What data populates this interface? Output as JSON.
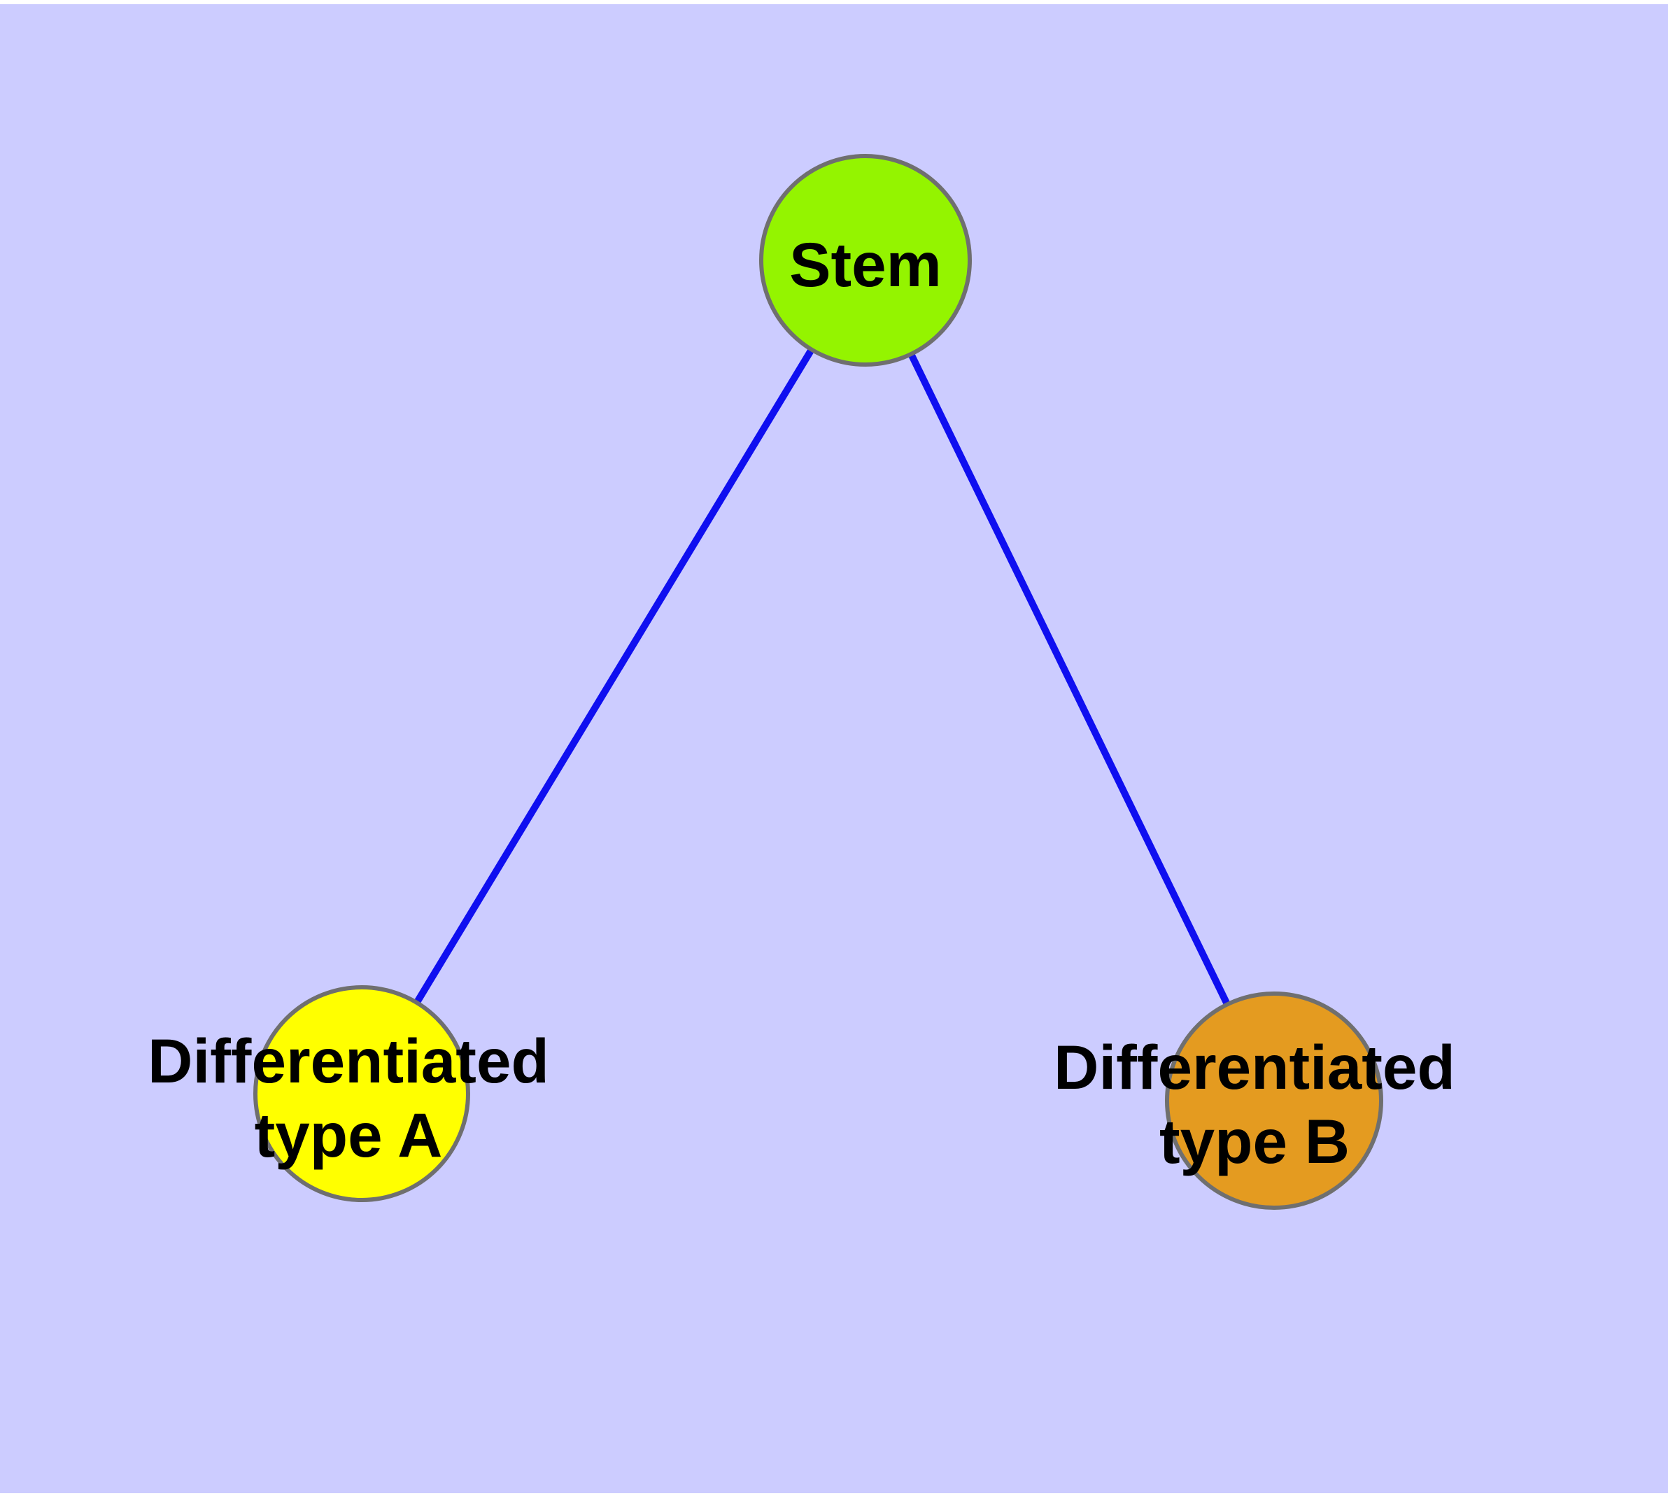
{
  "diagram": {
    "page_background": "#FFFFFF",
    "background_color": "#CCCCFF",
    "edge_color": "#0F0FF0",
    "node_border_color": "#6F6F6F",
    "label_color": "#000000",
    "nodes": [
      {
        "id": "stem",
        "label_lines": [
          "Stem"
        ],
        "fill": "#94F400"
      },
      {
        "id": "differentiated-type-a",
        "label_lines": [
          "Differentiated",
          "type A"
        ],
        "fill": "#FFFF00"
      },
      {
        "id": "differentiated-type-b",
        "label_lines": [
          "Differentiated",
          "type B"
        ],
        "fill": "#E49B20"
      }
    ],
    "edges": [
      {
        "from": "stem",
        "to": "differentiated-type-a"
      },
      {
        "from": "stem",
        "to": "differentiated-type-b"
      }
    ]
  }
}
